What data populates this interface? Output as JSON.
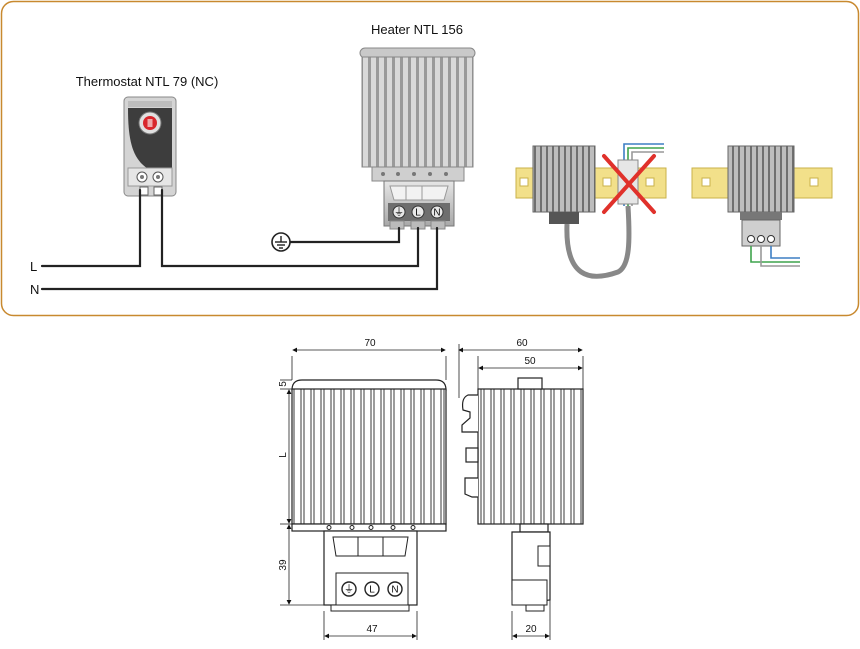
{
  "wiring": {
    "heater_label": "Heater NTL 156",
    "thermostat_label": "Thermostat NTL 79 (NC)",
    "line_label": "L",
    "neutral_label": "N",
    "terminal_symbols": [
      "⏚",
      "L",
      "N"
    ]
  },
  "dimensions": {
    "front_width": "70",
    "side_width": "60",
    "side_inner_width": "50",
    "top_offset": "5",
    "length": "L",
    "terminal_height": "39",
    "terminal_width": "47",
    "side_terminal_width": "20"
  },
  "colors": {
    "frame": "#c8892f",
    "wire": "#222222",
    "rail": "#f2e08a",
    "cross": "#e0312b",
    "thermostat_button": "#d8262c",
    "wire_green": "#3fa34d",
    "wire_blue": "#3d7fc4"
  }
}
